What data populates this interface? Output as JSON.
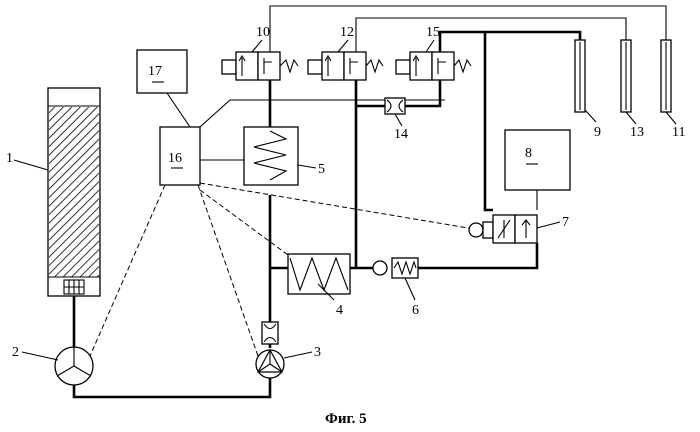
{
  "labels": {
    "n1": "1",
    "n2": "2",
    "n3": "3",
    "n4": "4",
    "n5": "5",
    "n6": "6",
    "n7": "7",
    "n8": "8",
    "n9": "9",
    "n10": "10",
    "n11": "11",
    "n12": "12",
    "n13": "13",
    "n14": "14",
    "n15": "15",
    "n16": "16",
    "n17": "17"
  },
  "caption": "Фиг. 5"
}
